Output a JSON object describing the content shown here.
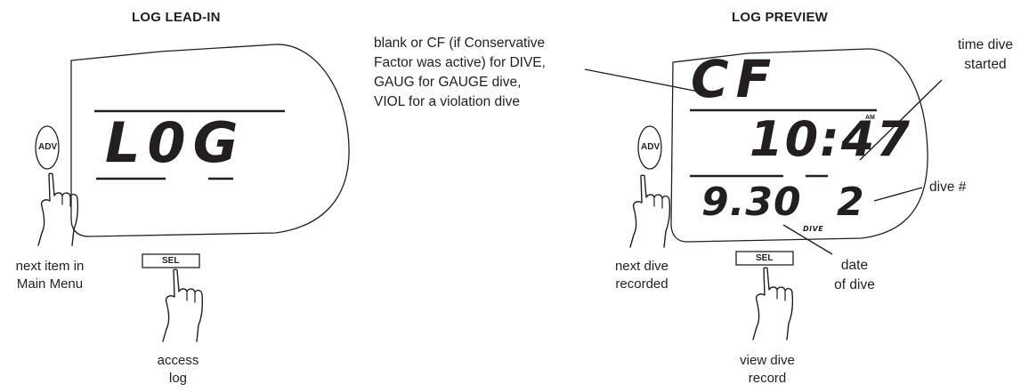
{
  "panels": {
    "lead_in": {
      "title": "LOG LEAD-IN",
      "lcd_text": "L0G",
      "adv_button": "ADV",
      "sel_button": "SEL",
      "adv_caption_line1": "next item in",
      "adv_caption_line2": "Main Menu",
      "sel_caption_line1": "access",
      "sel_caption_line2": "log"
    },
    "preview": {
      "title": "LOG PREVIEW",
      "lcd_top": "CF",
      "lcd_time": "10:47",
      "lcd_am": "AM",
      "lcd_date": "9.30",
      "lcd_dive_no": "2",
      "lcd_dive_label": "DIVE",
      "adv_button": "ADV",
      "sel_button": "SEL",
      "adv_caption_line1": "next dive",
      "adv_caption_line2": "recorded",
      "sel_caption_line1": "view dive",
      "sel_caption_line2": "record",
      "annotations": {
        "cf_line1": "blank or CF (if Conservative",
        "cf_line2": "Factor was active) for DIVE,",
        "cf_line3": "GAUG for GAUGE dive,",
        "cf_line4": "VIOL for a violation dive",
        "time_line1": "time dive",
        "time_line2": "started",
        "dive_no": "dive #",
        "date_line1": "date",
        "date_line2": "of dive"
      }
    }
  },
  "colors": {
    "ink": "#231f20",
    "background": "#ffffff"
  },
  "icons": [
    "pointing-hand-icon"
  ]
}
